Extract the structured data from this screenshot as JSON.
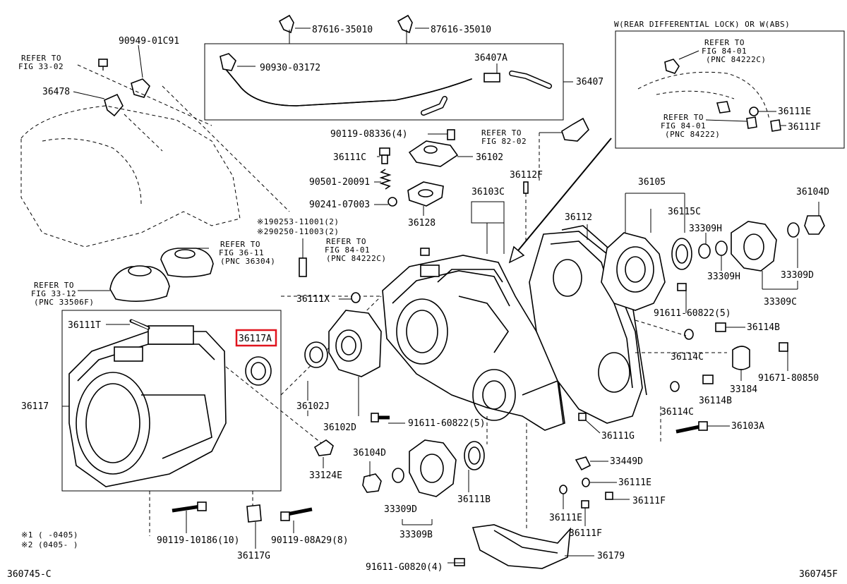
{
  "diagram": {
    "highlight_color": "#e0141e",
    "figure_code_left": "360745-C",
    "figure_code_right": "360745F",
    "inset_title": "W(REAR DIFFERENTIAL LOCK) OR W(ABS)",
    "notes": {
      "n1": "※1 (     -0405)",
      "n2": "※2 (0405-     )"
    },
    "refs": {
      "r33_02_a": "REFER TO",
      "r33_02_b": "FIG 33-02",
      "r36_11_a": "REFER TO",
      "r36_11_b": "FIG 36-11",
      "r36_11_c": "(PNC 36304)",
      "r33_12_a": "REFER TO",
      "r33_12_b": "FIG 33-12",
      "r33_12_c": "(PNC 33506F)",
      "r84_01_a": "REFER TO",
      "r84_01_b": "FIG 84-01",
      "r84_01_c": "(PNC 84222C)",
      "r82_02_a": "REFER TO",
      "r82_02_b": "FIG 82-02",
      "i84_1_a": "REFER TO",
      "i84_1_b": "FIG 84-01",
      "i84_1_c": "(PNC 84222C)",
      "i84_2_a": "REFER TO",
      "i84_2_b": "FIG 84-01",
      "i84_2_c": "(PNC 84222)"
    },
    "parts": {
      "p90949": "90949-01C91",
      "p87616a": "87616-35010",
      "p87616b": "87616-35010",
      "p36478": "36478",
      "p90930": "90930-03172",
      "p36407A": "36407A",
      "p36407": "36407",
      "p90119_08336": "90119-08336(4)",
      "p36111C": "36111C",
      "p36102": "36102",
      "p90501": "90501-20091",
      "p90241": "90241-07003",
      "p36128": "36128",
      "p36112F": "36112F",
      "p36103C": "36103C",
      "p36105": "36105",
      "p36104D_r": "36104D",
      "p36112": "36112",
      "p36115C": "36115C",
      "p33309H_a": "33309H",
      "p33309H_b": "33309H",
      "p33309D_r": "33309D",
      "p33309C": "33309C",
      "p190253": "※190253-11001(2)",
      "p290250": "※290250-11003(2)",
      "p36111X": "36111X",
      "p36111T": "36111T",
      "p36117A": "36117A",
      "p36117": "36117",
      "p36102J": "36102J",
      "p36102D": "36102D",
      "p91611_60822_a": "91611-60822(5)",
      "p91611_60822_b": "91611-60822(5)",
      "p36114B_a": "36114B",
      "p36114B_b": "36114B",
      "p36114C_a": "36114C",
      "p36114C_b": "36114C",
      "p91671": "91671-80850",
      "p33184": "33184",
      "p36103A": "36103A",
      "p36111G": "36111G",
      "p33124E": "33124E",
      "p36104D_l": "36104D",
      "p33449D": "33449D",
      "p36111E_a": "36111E",
      "p36111E_b": "36111E",
      "p36111F_a": "36111F",
      "p36111F_b": "36111F",
      "p36111F_c": "36111F",
      "p33309D_l": "33309D",
      "p36111B": "36111B",
      "p33309B": "33309B",
      "p90119_10186": "90119-10186(10)",
      "p36117G": "36117G",
      "p90119_08A29": "90119-08A29(8)",
      "p91611_G0820": "91611-G0820(4)",
      "p36179": "36179"
    }
  }
}
